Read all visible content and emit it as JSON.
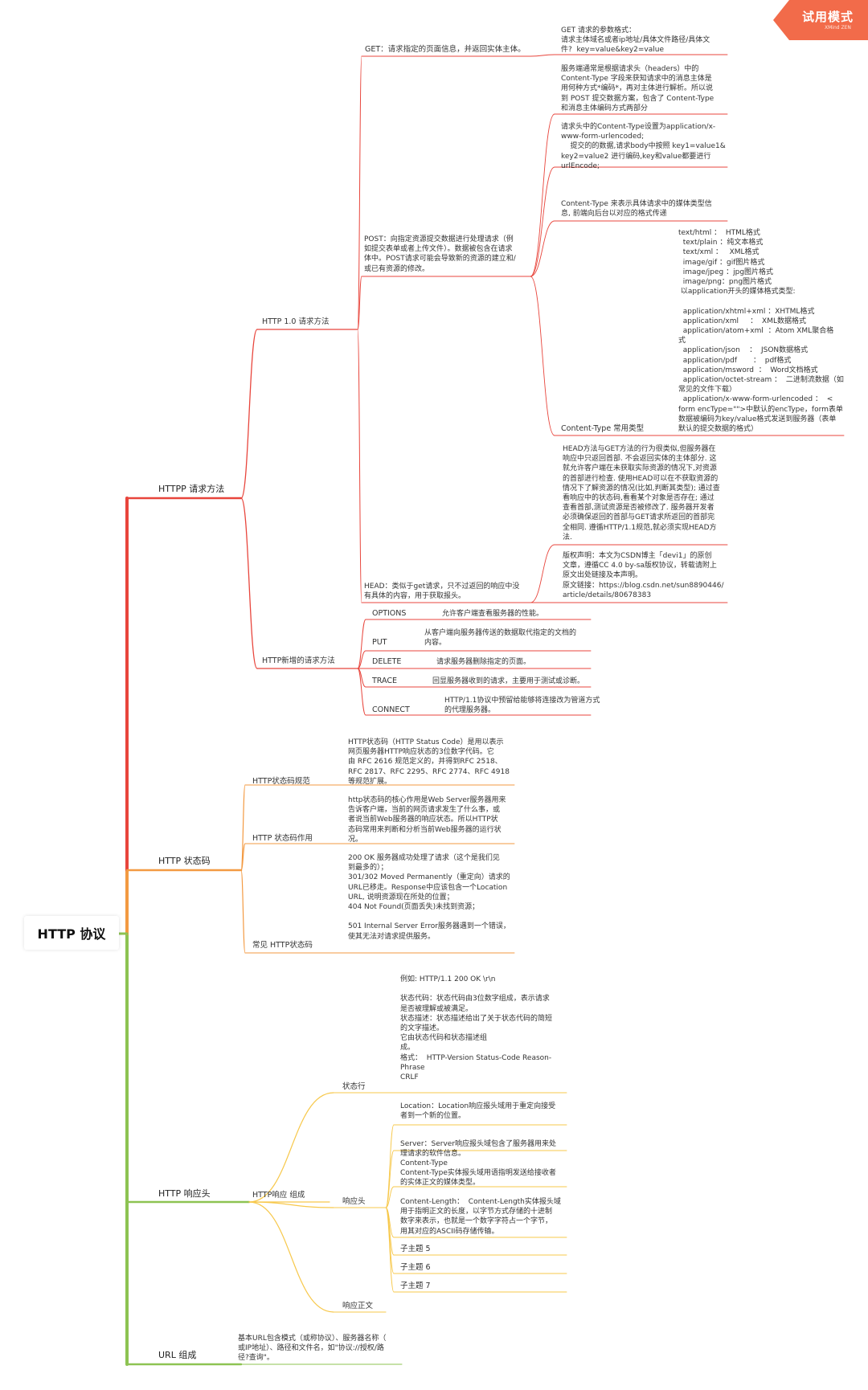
{
  "root": {
    "title": "HTTP 协议"
  },
  "watermark": {
    "title": "试用模式",
    "subtitle": "XMind ZEN"
  },
  "colors": {
    "red": "#e8453c",
    "orange": "#f39a42",
    "green": "#8dc352",
    "yellow": "#f7c84b"
  },
  "branches": {
    "request_methods": {
      "label": "HTTPP 请求方法",
      "http10": {
        "label": "HTTP 1.0 请求方法",
        "get": {
          "label": "GET：请求指定的页面信息，并返回实体主体。",
          "detail": "GET 请求的参数格式：\n请求主体域名或者ip地址/具体文件路径/具体文\n件?  key=value&key2=value"
        },
        "post": {
          "label": "POST：向指定资源提交数据进行处理请求（例\n如提交表单或者上传文件）。数据被包含在请求\n体中。POST请求可能会导致新的资源的建立和/\n或已有资源的修改。",
          "detail1": "服务端通常是根据请求头（headers）中的\nContent-Type 字段来获知请求中的消息主体是\n用何种方式*编码*，再对主体进行解析。所以说\n到 POST 提交数据方案，包含了 Content-Type\n和消息主体编码方式两部分",
          "detail2": "请求头中的Content-Type设置为application/x-\nwww-form-urlencoded;\n    提交的的数据,请求body中按照 key1=value1&\nkey2=value2 进行编码,key和value都要进行\nurlEncode;",
          "detail3": "Content-Type 来表示具体请求中的媒体类型信\n息, 前端向后台以对应的格式传递",
          "content_type_label": "Content-Type  常用类型",
          "content_types": "text/html ：  HTML格式\n  text/plain ：纯文本格式\n  text/xml ：   XML格式\n  image/gif ：gif图片格式\n  image/jpeg ：jpg图片格式\n  image/png：png图片格式\n 以application开头的媒体格式类型:\n\n  application/xhtml+xml ：XHTML格式\n  application/xml     ：  XML数据格式\n  application/atom+xml  ：Atom XML聚合格\n式\n  application/json    ：  JSON数据格式\n  application/pdf       ：  pdf格式\n  application/msword  ：  Word文档格式\n  application/octet-stream ：  二进制流数据（如\n常见的文件下载）\n  application/x-www-form-urlencoded ：  <\nform encType=\"\">中默认的encType，form表单\n数据被编码为key/value格式发送到服务器（表单\n默认的提交数据的格式）"
        },
        "head": {
          "label": "HEAD：类似于get请求，只不过返回的响应中没\n有具体的内容，用于获取报头。",
          "detail": "HEAD方法与GET方法的行为很类似,但服务器在\n响应中只返回首部. 不会返回实体的主体部分. 这\n就允许客户端在未获取实际资源的情况下,对资源\n的首部进行检查. 使用HEAD可以在不获取资源的\n情况下了解资源的情况(比如,判断其类型); 通过查\n看响应中的状态码,看看某个对象是否存在; 通过\n查看首部,测试资源是否被修改了. 服务器开发者\n必须确保返回的首部与GET请求所返回的首部完\n全相同. 遵循HTTP/1.1规范,就必须实现HEAD方\n法.",
          "copyright": "版权声明：本文为CSDN博主「devi1」的原创\n文章，遵循CC 4.0 by-sa版权协议，转载请附上\n原文出处链接及本声明。\n原文链接：https://blog.csdn.net/sun8890446/\narticle/details/80678383"
        }
      },
      "new_methods": {
        "label": "HTTP新增的请求方法",
        "items": [
          {
            "name": "OPTIONS",
            "desc": "允许客户端查看服务器的性能。"
          },
          {
            "name": "PUT",
            "desc": "从客户端向服务器传送的数据取代指定的文档的\n内容。"
          },
          {
            "name": "DELETE",
            "desc": "请求服务器删除指定的页面。"
          },
          {
            "name": "TRACE",
            "desc": "回显服务器收到的请求，主要用于测试或诊断。"
          },
          {
            "name": "CONNECT",
            "desc": "HTTP/1.1协议中预留给能够将连接改为管道方式\n的代理服务器。"
          }
        ]
      }
    },
    "status_codes": {
      "label": "HTTP 状态码",
      "spec": {
        "label": "HTTP状态码规范",
        "detail": "HTTP状态码（HTTP Status Code）是用以表示\n网页服务器HTTP响应状态的3位数字代码。它\n由 RFC 2616 规范定义的，并得到RFC 2518、\nRFC 2817、RFC 2295、RFC 2774、RFC 4918\n等规范扩展。"
      },
      "role": {
        "label": "HTTP 状态码作用",
        "detail": "http状态码的核心作用是Web Server服务器用来\n告诉客户端，当前的网页请求发生了什么事，或\n者说当前Web服务器的响应状态。所以HTTP状\n态码常用来判断和分析当前Web服务器的运行状\n况。"
      },
      "common": {
        "label": "常见 HTTP状态码",
        "detail": "200 OK 服务器成功处理了请求（这个是我们见\n到最多的）；\n301/302 Moved Permanently（重定向）请求的\nURL已移走。Response中应该包含一个Location\nURL, 说明资源现在所处的位置；\n404 Not Found(页面丢失)未找到资源；\n\n501 Internal Server Error服务器遇到一个错误，\n使其无法对请求提供服务。"
      }
    },
    "response_headers": {
      "label": "HTTP 响应头",
      "composition": {
        "label": "HTTP响应 组成",
        "status_line": {
          "label": "状态行",
          "detail": "例如: HTTP/1.1 200 OK \\r\\n\n\n状态代码：状态代码由3位数字组成，表示请求\n是否被理解或被满足。\n状态描述：状态描述给出了关于状态代码的简短\n的文字描述。\n它由状态代码和状态描述组\n成。\n格式：  HTTP-Version Status-Code Reason-\nPhrase\nCRLF"
        },
        "headers": {
          "label": "响应头",
          "items": [
            "Location：Location响应报头域用于重定向接受\n者到一个新的位置。",
            "Server：Server响应报头域包含了服务器用来处\n理请求的软件信息。",
            "Content-Type\nContent-Type实体报头域用语指明发送给接收者\n的实体正文的媒体类型。",
            "Content-Length：  Content-Length实体报头域\n用于指明正文的长度，以字节方式存储的十进制\n数字来表示，也就是一个数字字符占一个字节，\n用其对应的ASCII码存储传输。",
            "子主题 5",
            "子主题 6",
            "子主题 7"
          ]
        },
        "body": {
          "label": "响应正文"
        }
      }
    },
    "url": {
      "label": "URL 组成",
      "detail": "基本URL包含模式（或称协议）、服务器名称（\n或IP地址）、路径和文件名，如\"协议://授权/路\n径?查询\"。"
    }
  }
}
